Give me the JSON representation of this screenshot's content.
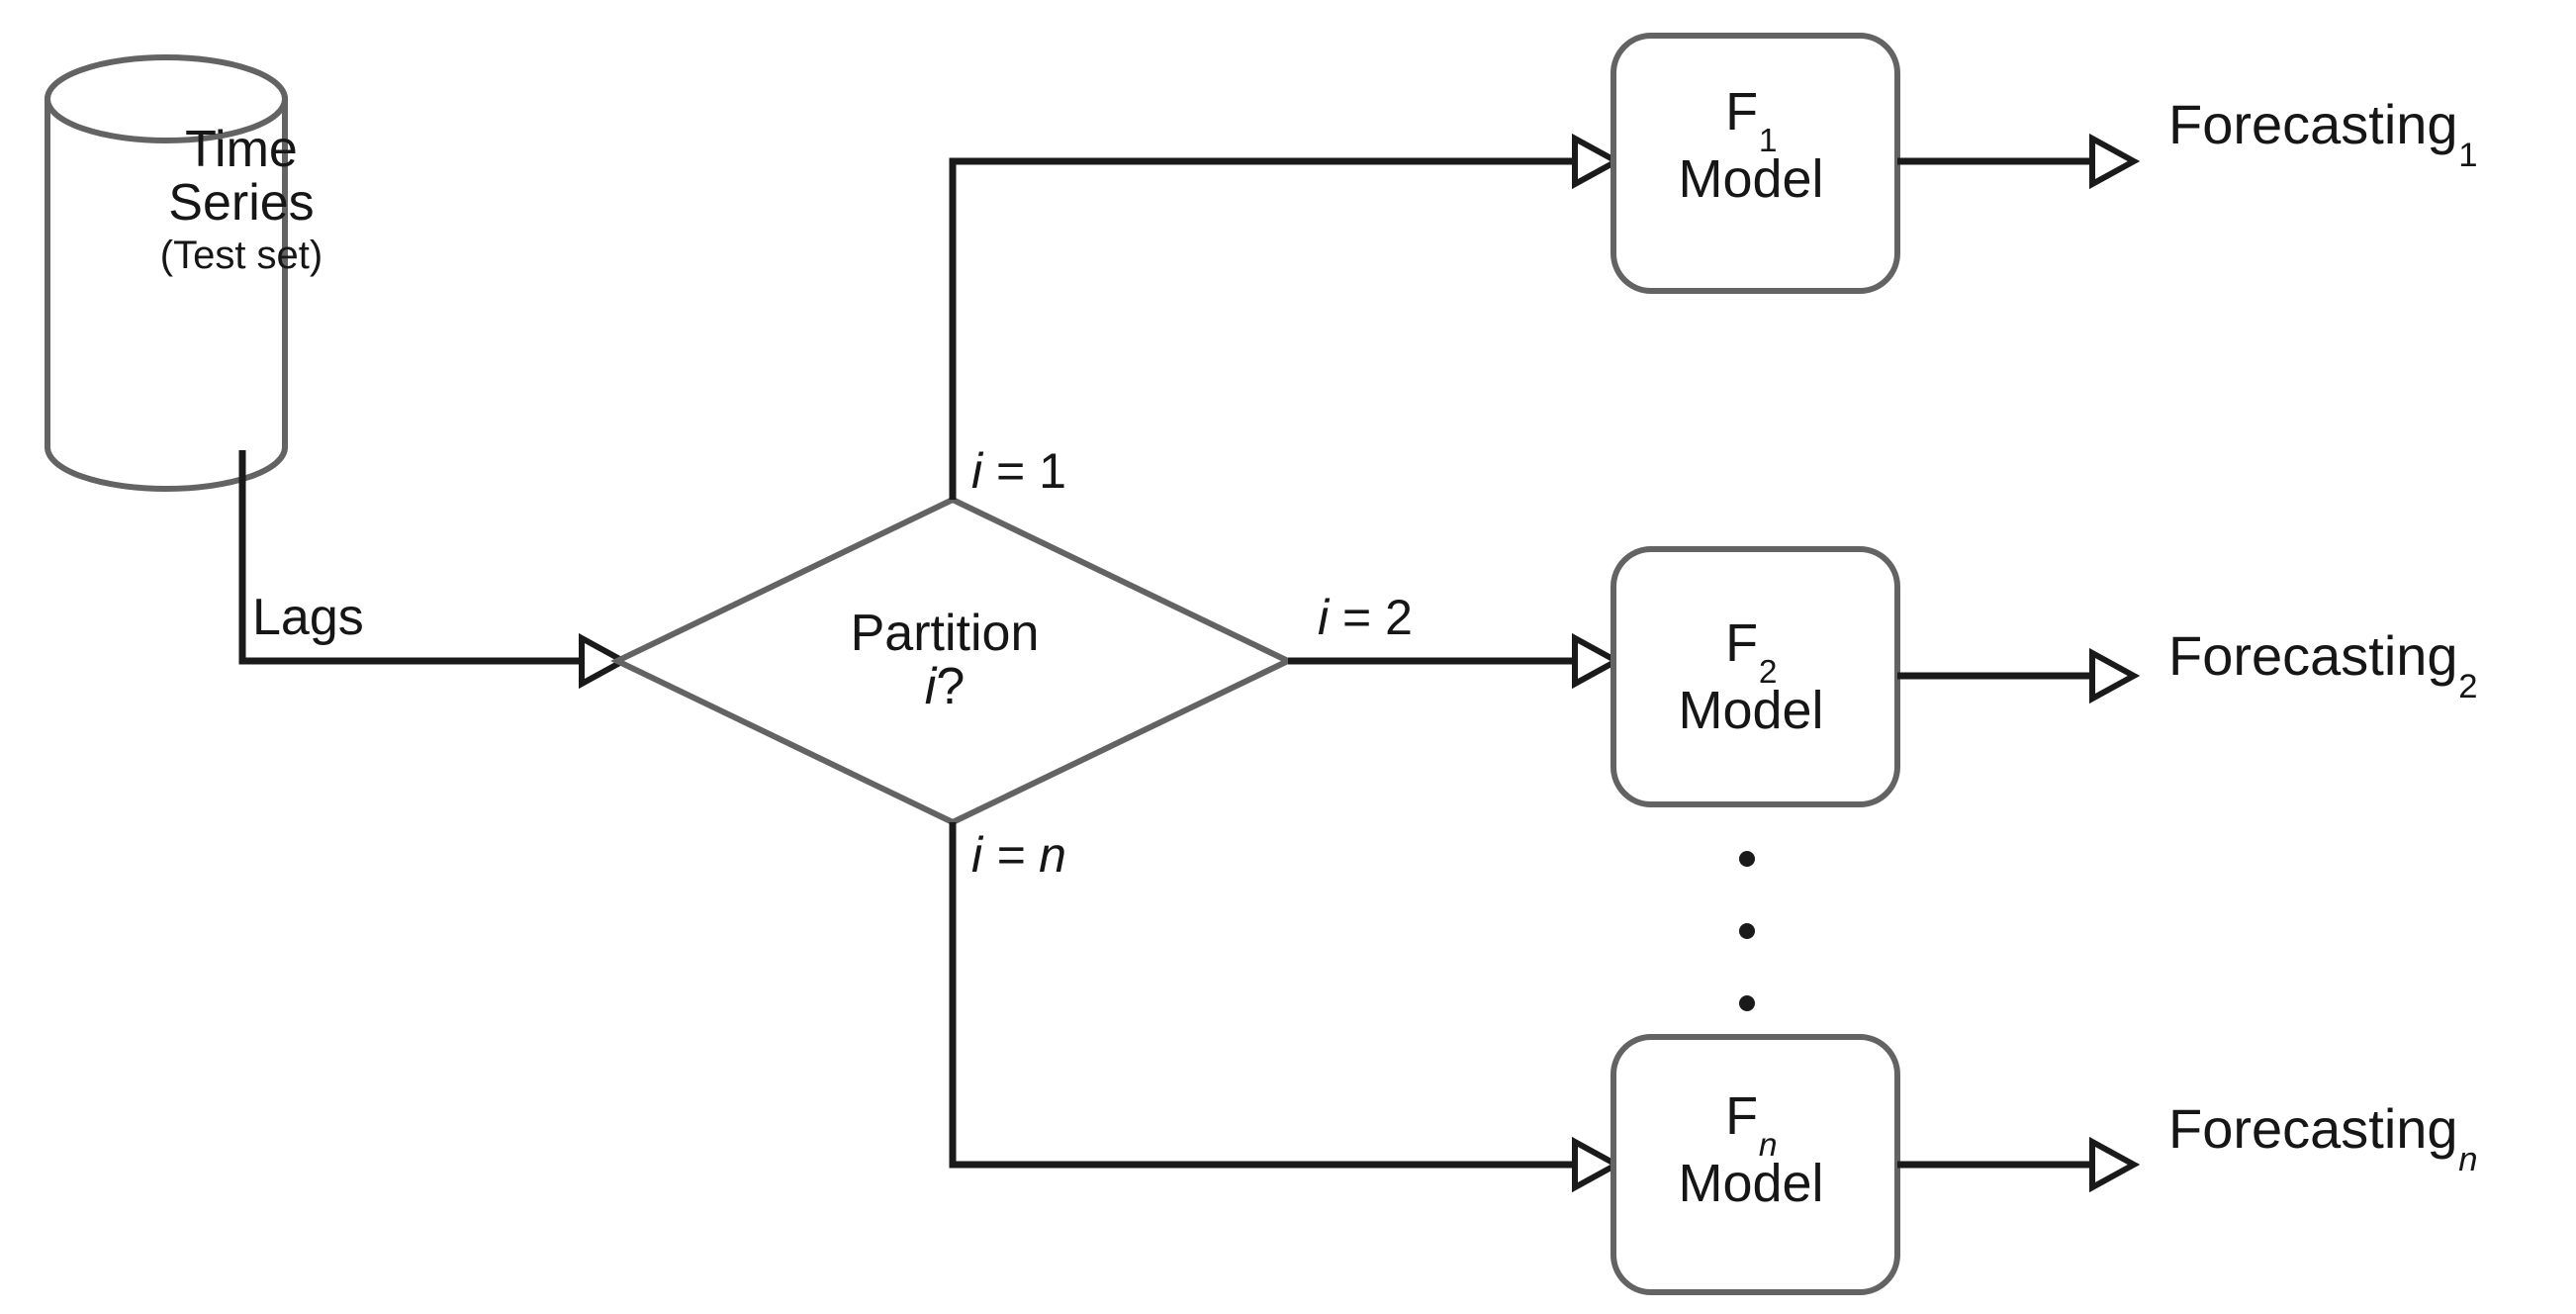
{
  "diagram": {
    "type": "flowchart",
    "title": "Time series partitioned forecasting flowchart",
    "colors": {
      "shape_stroke": "#636363",
      "connector": "#1a1a1a",
      "text": "#161616",
      "background": "#ffffff"
    },
    "datastore": {
      "name": "time-series-datastore",
      "line1": "Time",
      "line2": "Series",
      "line3": "(Test set)"
    },
    "decision": {
      "name": "partition-decision",
      "line1": "Partition",
      "line2_italic": "i",
      "line2_rest": "?"
    },
    "edges": [
      {
        "name": "lags-edge",
        "label": "Lags"
      },
      {
        "name": "branch-1-edge",
        "label_italic": "i",
        "label_rest": " = 1"
      },
      {
        "name": "branch-2-edge",
        "label_italic": "i",
        "label_rest": " = 2"
      },
      {
        "name": "branch-n-edge",
        "label_italic": "i",
        "label_rest": " = n",
        "label_rest_italic_tail": "n"
      }
    ],
    "models": [
      {
        "name": "model-box-1",
        "symbol": "F",
        "subscript": "1",
        "subscript_italic": false,
        "line2": "Model"
      },
      {
        "name": "model-box-2",
        "symbol": "F",
        "subscript": "2",
        "subscript_italic": false,
        "line2": "Model"
      },
      {
        "name": "model-box-n",
        "symbol": "F",
        "subscript": "n",
        "subscript_italic": true,
        "line2": "Model"
      }
    ],
    "outputs": [
      {
        "name": "forecasting-output-1",
        "label": "Forecasting",
        "subscript": "1",
        "subscript_italic": false
      },
      {
        "name": "forecasting-output-2",
        "label": "Forecasting",
        "subscript": "2",
        "subscript_italic": false
      },
      {
        "name": "forecasting-output-n",
        "label": "Forecasting",
        "subscript": "n",
        "subscript_italic": true
      }
    ],
    "ellipsis": {
      "name": "vertical-ellipsis",
      "glyph": "·",
      "count": 3
    }
  }
}
